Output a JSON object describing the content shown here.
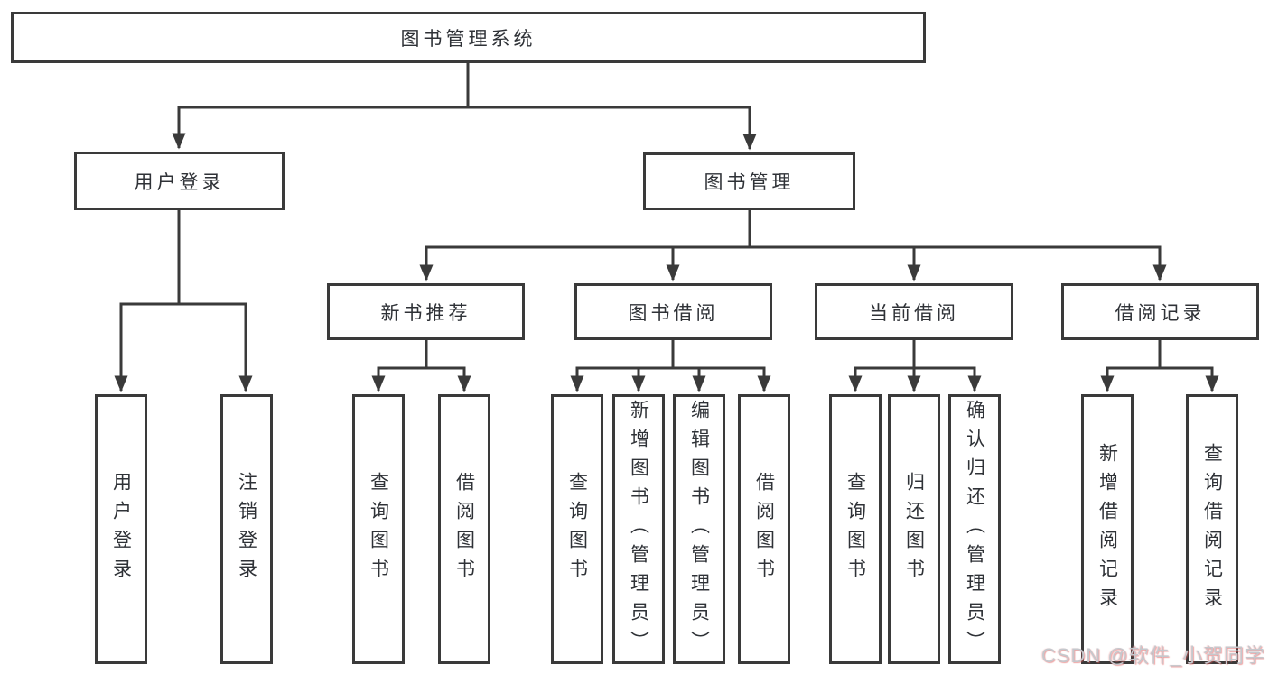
{
  "diagram_title": "图书管理系统",
  "nodes": {
    "root": "图书管理系统",
    "user_login": "用户登录",
    "book_mgmt": "图书管理",
    "new_books": "新书推荐",
    "book_borrow": "图书借阅",
    "current_borrow": "当前借阅",
    "borrow_records": "借阅记录",
    "leaf_user_login": "用户登录",
    "leaf_logout": "注销登录",
    "nb_query_books": "查询图书",
    "nb_borrow_books": "借阅图书",
    "bb_query_books": "查询图书",
    "bb_add_books": "新增图书（管理员）",
    "bb_edit_books": "编辑图书（管理员）",
    "bb_borrow_books": "借阅图书",
    "cb_query_books": "查询图书",
    "cb_return_books": "归还图书",
    "cb_confirm_return": "确认归还（管理员）",
    "br_add_record": "新增借阅记录",
    "br_query_record": "查询借阅记录"
  },
  "tree": {
    "图书管理系统": {
      "用户登录": [
        "用户登录",
        "注销登录"
      ],
      "图书管理": {
        "新书推荐": [
          "查询图书",
          "借阅图书"
        ],
        "图书借阅": [
          "查询图书",
          "新增图书（管理员）",
          "编辑图书（管理员）",
          "借阅图书"
        ],
        "当前借阅": [
          "查询图书",
          "归还图书",
          "确认归还（管理员）"
        ],
        "借阅记录": [
          "新增借阅记录",
          "查询借阅记录"
        ]
      }
    }
  },
  "watermark": "CSDN @软件_小贺同学",
  "colors": {
    "line": "#3a3a3a",
    "box_border": "#3a3a3a",
    "text": "#2f3237",
    "background": "#ffffff",
    "watermark_text": "#c5c8cd",
    "watermark_shadow": "#e05a5a"
  }
}
